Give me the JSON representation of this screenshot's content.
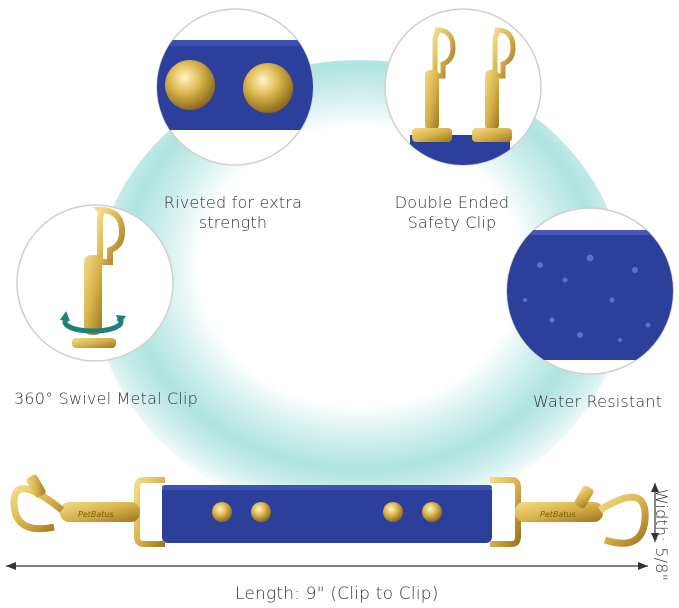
{
  "features": {
    "rivet": {
      "label_line1": "Riveted for extra",
      "label_line2": "strength"
    },
    "double": {
      "label_line1": "Double Ended",
      "label_line2": "Safety Clip"
    },
    "swivel": {
      "label": "360° Swivel Metal Clip"
    },
    "water": {
      "label": "Water Resistant"
    }
  },
  "dimensions": {
    "length": "Length: 9\" (Clip to Clip)",
    "width": "Width: 5/8\""
  },
  "brand": {
    "clip_text": "PetBatus"
  },
  "colors": {
    "strap_blue": "#2c3f9a",
    "gold": "#d8b24a",
    "gold_dark": "#a07c24",
    "glow_teal": "#5ec6c0",
    "circle_border": "#cfcfcf"
  }
}
